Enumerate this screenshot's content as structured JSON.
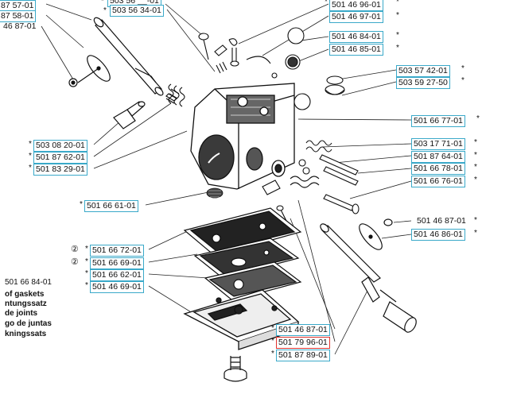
{
  "parts": {
    "p_8757": "87 57-01",
    "p_8758": "87 58-01",
    "p_4687_left": "46 87-01",
    "p_503_56_top": "503 56 __-01",
    "p_503_56_34": "503 56 34-01",
    "p_501_46_96": "501 46 96-01",
    "p_501_46_97": "501 46 97-01",
    "p_501_46_84": "501 46 84-01",
    "p_501_46_85": "501 46 85-01",
    "p_503_57_42": "503 57 42-01",
    "p_503_59_27": "503 59 27-50",
    "p_501_66_77": "501 66 77-01",
    "p_503_17_71": "503 17 71-01",
    "p_501_87_64": "501 87 64-01",
    "p_501_66_78": "501 66 78-01",
    "p_501_66_76": "501 66 76-01",
    "p_503_08_20": "503 08 20-01",
    "p_501_87_62": "501 87 62-01",
    "p_501_83_29": "501 83 29-01",
    "p_501_66_61": "501 66 61-01",
    "p_501_46_87_right": "501 46 87-01",
    "p_501_46_86": "501 46 86-01",
    "p_501_66_72": "501 66 72-01",
    "p_501_66_69": "501 66 69-01",
    "p_501_66_62": "501 66 62-01",
    "p_501_46_69": "501 46 69-01",
    "p_501_46_87_bottom": "501 46 87-01",
    "p_501_79_96": "501 79 96-01",
    "p_501_87_89": "501 87 89-01"
  },
  "marks": {
    "star": "*",
    "circled_2": "②"
  },
  "kit": {
    "number": "501 66 84-01",
    "line1": "of gaskets",
    "line2": "ntungssatz",
    "line3": "de joints",
    "line4": "go de juntas",
    "line5": "kningssats"
  }
}
